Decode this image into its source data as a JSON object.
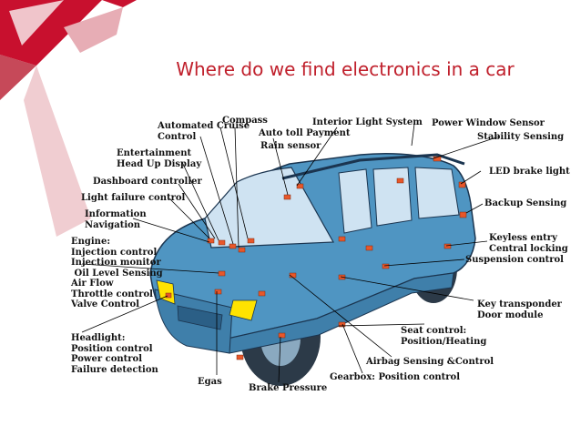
{
  "title": "Where do we find electronics in a car",
  "colors": {
    "title": "#c0202c",
    "car_body": "#4f95c2",
    "tire": "#2c3a48",
    "headlight": "#ffe300",
    "module": "#e8572a",
    "decor_red": "#c8102e"
  },
  "labels": {
    "compass": "Compass",
    "automated_cruise": "Automated Cruise\nControl",
    "auto_toll": "Auto toll Payment",
    "rain_sensor": "Rain sensor",
    "interior_light": "Interior Light System",
    "power_window": "Power Window Sensor",
    "stability": "Stability Sensing",
    "entertainment": "Entertainment\nHead Up Display",
    "dashboard": "Dashboard controller",
    "light_failure": "Light failure control",
    "information": "Information\nNavigation",
    "led_brake": "LED brake light",
    "backup": "Backup Sensing",
    "keyless": "Keyless entry\nCentral locking",
    "engine": "Engine:\nInjection control\nInjection monitor\n Oil Level Sensing\nAir Flow\nThrottle control\nValve Control",
    "suspension": "Suspension control",
    "key_transponder": "Key transponder\nDoor module",
    "seat": "Seat control:\nPosition/Heating",
    "headlight": "Headlight:\nPosition control\nPower control\nFailure detection",
    "airbag": "Airbag Sensing &Control",
    "egas": "Egas",
    "gearbox": "Gearbox: Position control",
    "brake_pressure": "Brake Pressure"
  }
}
